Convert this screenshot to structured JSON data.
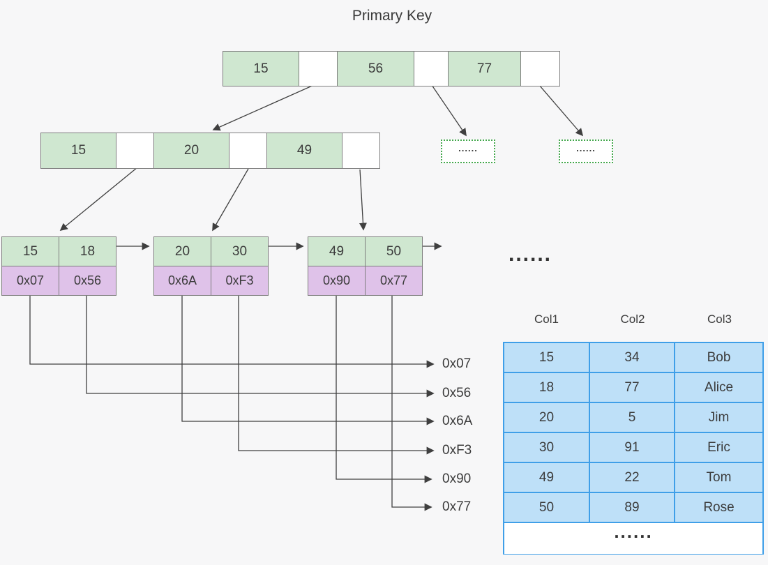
{
  "title": "Primary Key",
  "colors": {
    "bg": "#f7f7f8",
    "key-fill": "#cfe7d0",
    "pointer-fill": "#dfc2e9",
    "node-border": "#7d7d7d",
    "table-fill": "#bee0f8",
    "table-border": "#3f9fe8",
    "dotted-border": "#43a84c",
    "line": "#3f3f3f",
    "text": "#3b3b3b"
  },
  "tree": {
    "root": {
      "keys": [
        "15",
        "56",
        "77"
      ]
    },
    "internal": {
      "keys": [
        "15",
        "20",
        "49"
      ]
    },
    "dotted_boxes": [
      "......",
      "......"
    ],
    "leaves": [
      {
        "keys": [
          "15",
          "18"
        ],
        "pointers": [
          "0x07",
          "0x56"
        ]
      },
      {
        "keys": [
          "20",
          "30"
        ],
        "pointers": [
          "0x6A",
          "0xF3"
        ]
      },
      {
        "keys": [
          "49",
          "50"
        ],
        "pointers": [
          "0x90",
          "0x77"
        ]
      }
    ],
    "leaf_ellipsis": "......"
  },
  "addresses": [
    "0x07",
    "0x56",
    "0x6A",
    "0xF3",
    "0x90",
    "0x77"
  ],
  "table": {
    "headers": [
      "Col1",
      "Col2",
      "Col3"
    ],
    "rows": [
      [
        "15",
        "34",
        "Bob"
      ],
      [
        "18",
        "77",
        "Alice"
      ],
      [
        "20",
        "5",
        "Jim"
      ],
      [
        "30",
        "91",
        "Eric"
      ],
      [
        "49",
        "22",
        "Tom"
      ],
      [
        "50",
        "89",
        "Rose"
      ]
    ],
    "ellipsis_row": "......"
  }
}
